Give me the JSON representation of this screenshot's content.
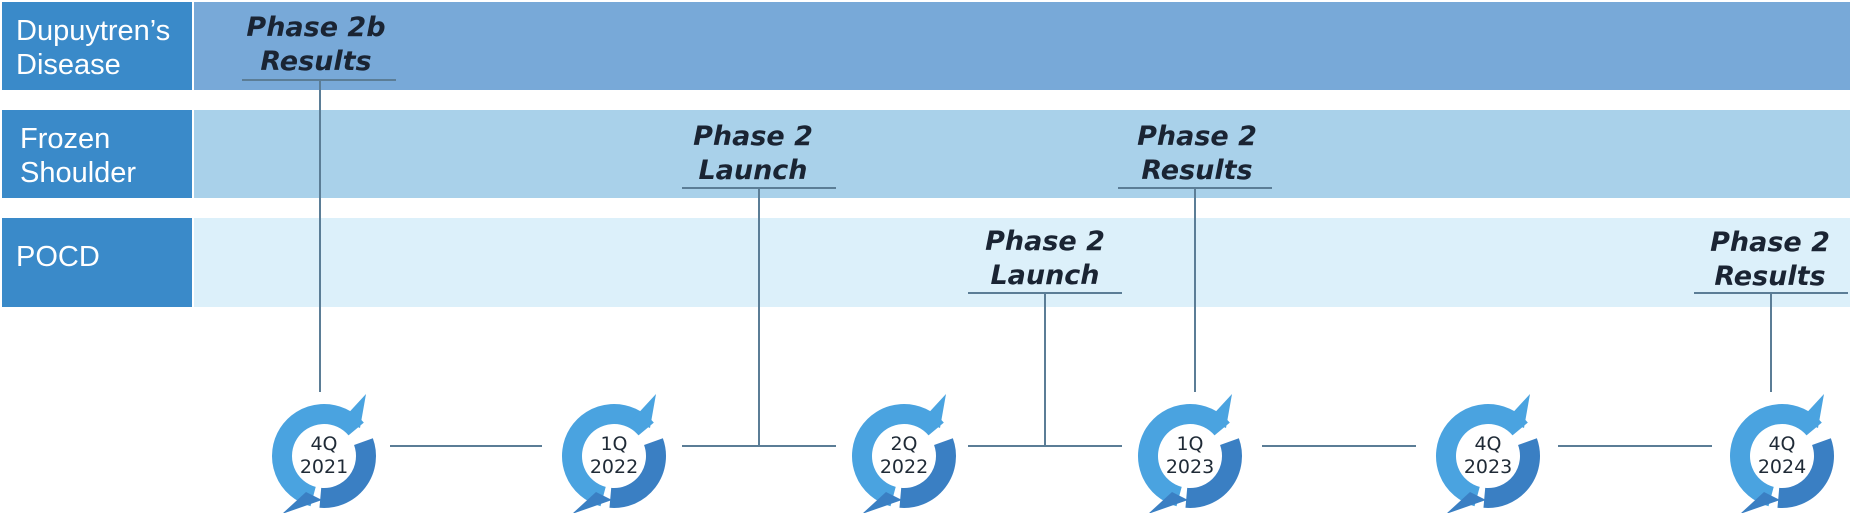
{
  "rows": [
    {
      "label_line1": "Dupuytren’s",
      "label_line2": "Disease",
      "label_color": "#3a8ac9",
      "band_color": "#78a9d8"
    },
    {
      "label_line1": "Frozen",
      "label_line2": "Shoulder",
      "label_color": "#3a8ac9",
      "band_color": "#a9d1ea"
    },
    {
      "label_line1": "POCD",
      "label_line2": "",
      "label_color": "#3a8ac9",
      "band_color": "#dcf0fa"
    }
  ],
  "milestones": [
    {
      "line1": "Phase 2b",
      "line2": "Results"
    },
    {
      "line1": "Phase 2",
      "line2": "Launch"
    },
    {
      "line1": "Phase 2",
      "line2": "Results"
    },
    {
      "line1": "Phase 2",
      "line2": "Launch"
    },
    {
      "line1": "Phase 2",
      "line2": "Results"
    }
  ],
  "timeline": [
    {
      "quarter": "4Q",
      "year": "2021"
    },
    {
      "quarter": "1Q",
      "year": "2022"
    },
    {
      "quarter": "2Q",
      "year": "2022"
    },
    {
      "quarter": "1Q",
      "year": "2023"
    },
    {
      "quarter": "4Q",
      "year": "2023"
    },
    {
      "quarter": "4Q",
      "year": "2024"
    }
  ],
  "colors": {
    "line": "#5b7d96",
    "ring_light": "#4aa3e0",
    "ring_dark": "#3a7fc3"
  }
}
